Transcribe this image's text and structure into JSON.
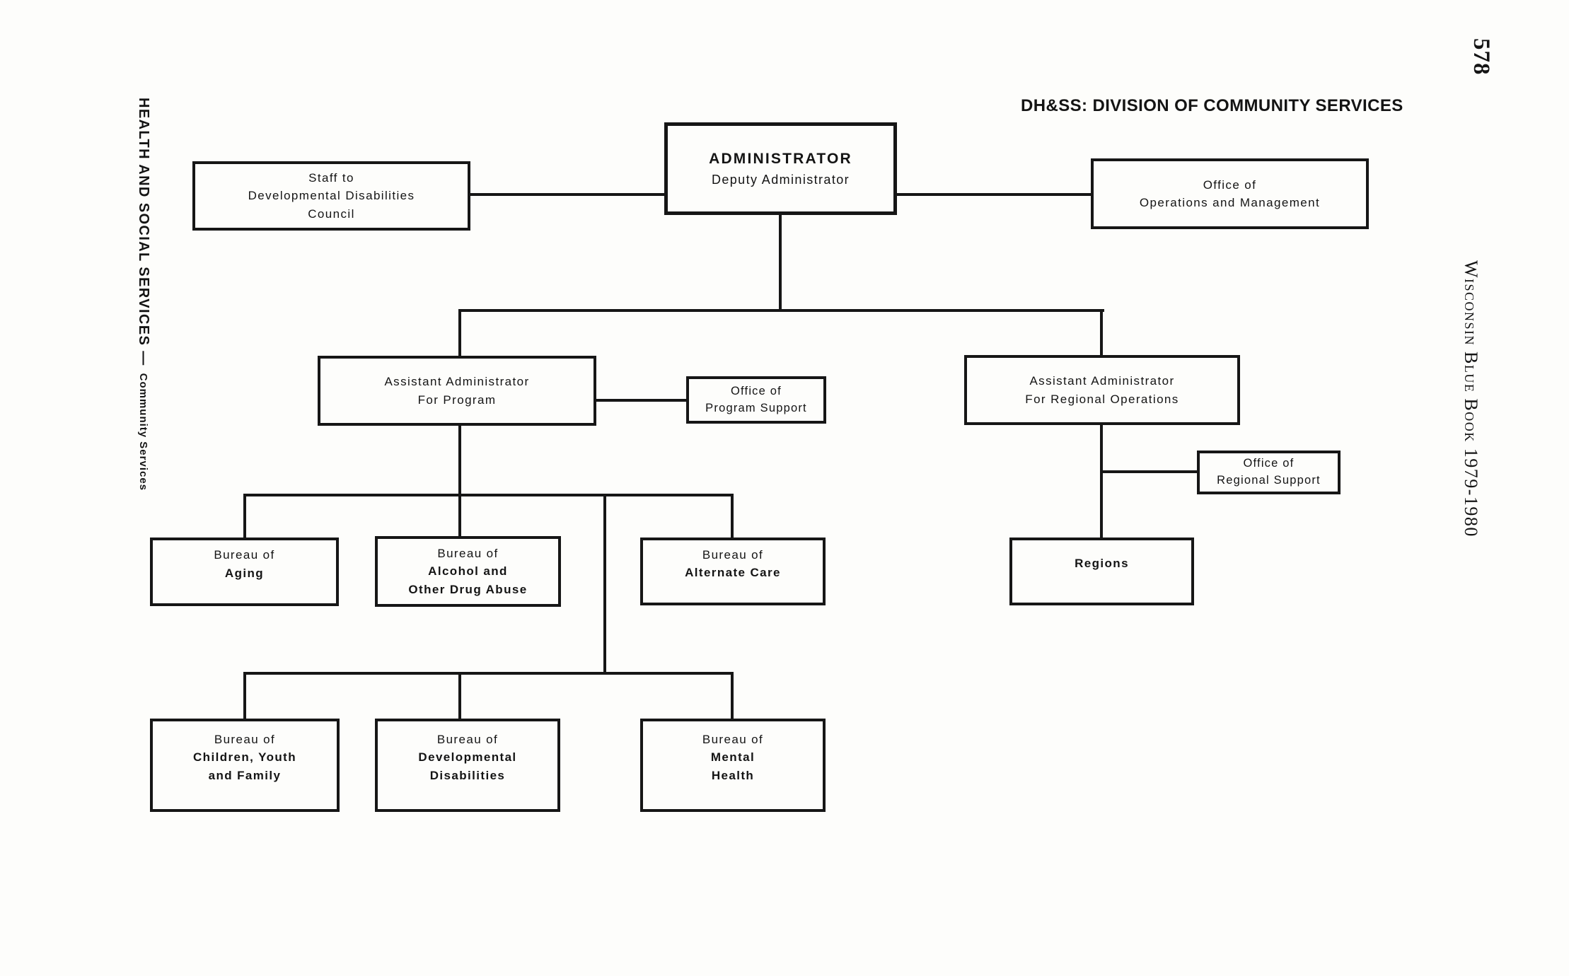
{
  "page": {
    "title": "DH&SS: DIVISION OF COMMUNITY SERVICES",
    "page_number": "578",
    "left_margin": {
      "primary": "HEALTH AND SOCIAL SERVICES —",
      "secondary": "Community Services"
    },
    "right_margin": "Wisconsin Blue Book 1979-1980"
  },
  "org_chart": {
    "boxes": {
      "administrator": {
        "lines": [
          "ADMINISTRATOR",
          "Deputy Administrator"
        ]
      },
      "staff_dd_council": {
        "lines": [
          "Staff to",
          "Developmental Disabilities",
          "Council"
        ]
      },
      "office_operations_management": {
        "lines": [
          "Office of",
          "Operations and Management"
        ]
      },
      "assistant_administrator_program": {
        "lines": [
          "Assistant Administrator",
          "For Program"
        ]
      },
      "office_program_support": {
        "lines": [
          "Office of",
          "Program Support"
        ]
      },
      "assistant_administrator_regional": {
        "lines": [
          "Assistant Administrator",
          "For Regional Operations"
        ]
      },
      "office_regional_support": {
        "lines": [
          "Office of",
          "Regional Support"
        ]
      },
      "bureau_aging": {
        "lines": [
          "Bureau of",
          "Aging"
        ]
      },
      "bureau_alcohol_other_drug_abuse": {
        "lines": [
          "Bureau of",
          "Alcohol and",
          "Other Drug Abuse"
        ]
      },
      "bureau_alternate_care": {
        "lines": [
          "Bureau of",
          "Alternate Care"
        ]
      },
      "regions": {
        "lines": [
          "Regions"
        ]
      },
      "bureau_children_youth_family": {
        "lines": [
          "Bureau of",
          "Children, Youth",
          "and Family"
        ]
      },
      "bureau_developmental_disabilities": {
        "lines": [
          "Bureau of",
          "Developmental",
          "Disabilities"
        ]
      },
      "bureau_mental_health": {
        "lines": [
          "Bureau of",
          "Mental",
          "Health"
        ]
      }
    }
  }
}
